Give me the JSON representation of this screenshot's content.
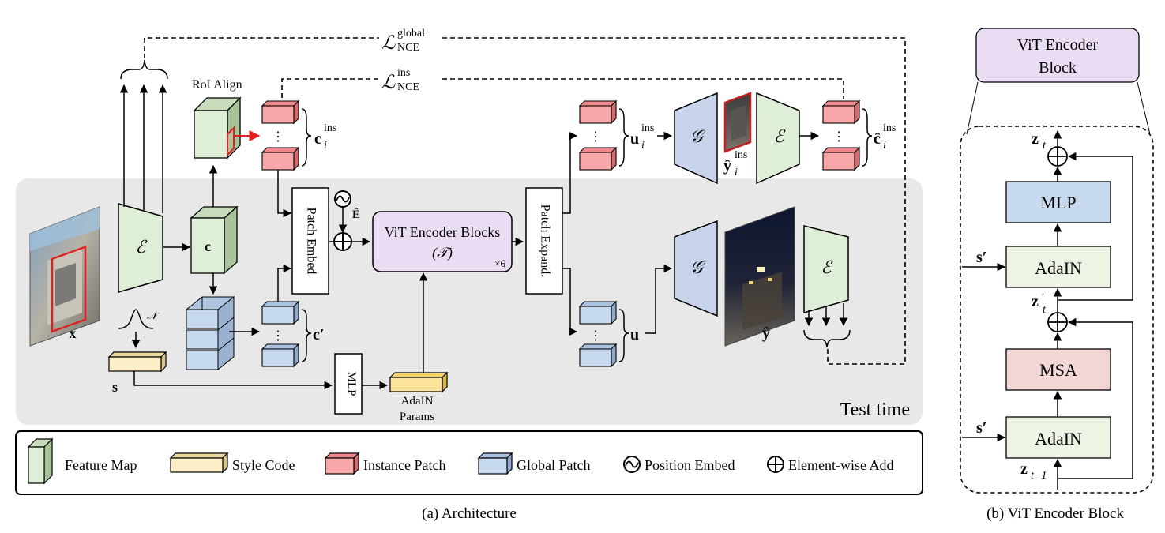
{
  "architecture": {
    "caption": "(a) Architecture",
    "test_time_label": "Test time",
    "roi_align_label": "RoI Align",
    "loss_global": {
      "symbol": "ℒ",
      "sup": "global",
      "sub": "NCE"
    },
    "loss_ins": {
      "symbol": "ℒ",
      "sup": "ins",
      "sub": "NCE"
    },
    "input_x": "x",
    "encoder_symbol": "ℰ",
    "generator_symbol": "𝒢",
    "feature_c": "c",
    "c_ins": {
      "base": "c",
      "sub": "i",
      "sup": "ins"
    },
    "c_prime": "c′",
    "style_s": "s",
    "noise_n": "𝒩",
    "patch_embed_label": "Patch Embed",
    "patch_expand_label": "Patch Expand.",
    "pos_embed_label": "Ê",
    "vit_blocks_label": "ViT Encoder Blocks",
    "vit_blocks_symbol": "(𝒯)",
    "vit_blocks_repeat": "×6",
    "mlp_label": "MLP",
    "adain_params_line1": "AdaIN",
    "adain_params_line2": "Params",
    "u_ins": {
      "base": "u",
      "sub": "i",
      "sup": "ins"
    },
    "u": "u",
    "y_hat_ins": {
      "base": "ŷ",
      "sub": "i",
      "sup": "ins"
    },
    "c_hat_ins": {
      "base": "ĉ",
      "sub": "i",
      "sup": "ins"
    },
    "y_hat": "ŷ",
    "ellipsis": "⋮"
  },
  "legend": {
    "feature_map": "Feature Map",
    "style_code": "Style Code",
    "instance_patch": "Instance Patch",
    "global_patch": "Global Patch",
    "position_embed": "Position Embed",
    "element_add": "Element-wise Add"
  },
  "vit_block": {
    "title_line1": "ViT Encoder",
    "title_line2": "Block",
    "caption": "(b) ViT Encoder Block",
    "mlp": "MLP",
    "msa": "MSA",
    "adain_top": "AdaIN",
    "adain_bottom": "AdaIN",
    "s_prime_top": "s′",
    "s_prime_bottom": "s′",
    "z_t": {
      "base": "z",
      "sub": "t"
    },
    "z_t_prime": {
      "base": "z",
      "sub": "t",
      "prime": "′"
    },
    "z_t_minus_1": {
      "base": "z",
      "sub": "t−1"
    }
  },
  "colors": {
    "feature_map_fill": "#dfeed6",
    "style_code_fill": "#fdf0c8",
    "instance_patch_fill": "#f8a7a9",
    "global_patch_fill": "#c7d9ef",
    "vit_fill": "#e9dcf3",
    "mlp_block_fill": "#c7d9ef",
    "msa_block_fill": "#f3d6d6",
    "adain_block_fill": "#eef4e4",
    "test_time_bg": "#e8e8e8",
    "roi_red": "#e02020"
  },
  "icons": [
    "sine-position-embed-icon",
    "element-wise-add-icon"
  ]
}
